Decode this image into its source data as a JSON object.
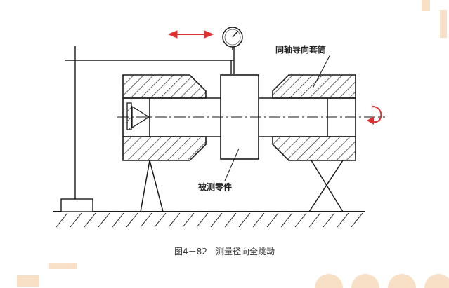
{
  "diagram": {
    "labels": {
      "coaxial_sleeve": "同轴导向套筒",
      "part_under_test": "被测零件"
    },
    "caption": "图4－82　测量径向全跳动",
    "colors": {
      "line": "#1a1a1a",
      "arrow": "#e03030",
      "rotation_arrow": "#e03030",
      "watermark": "#f4c79a"
    },
    "icons": [
      "dial-indicator-icon",
      "rotation-arrow-icon",
      "double-arrow-icon"
    ]
  }
}
